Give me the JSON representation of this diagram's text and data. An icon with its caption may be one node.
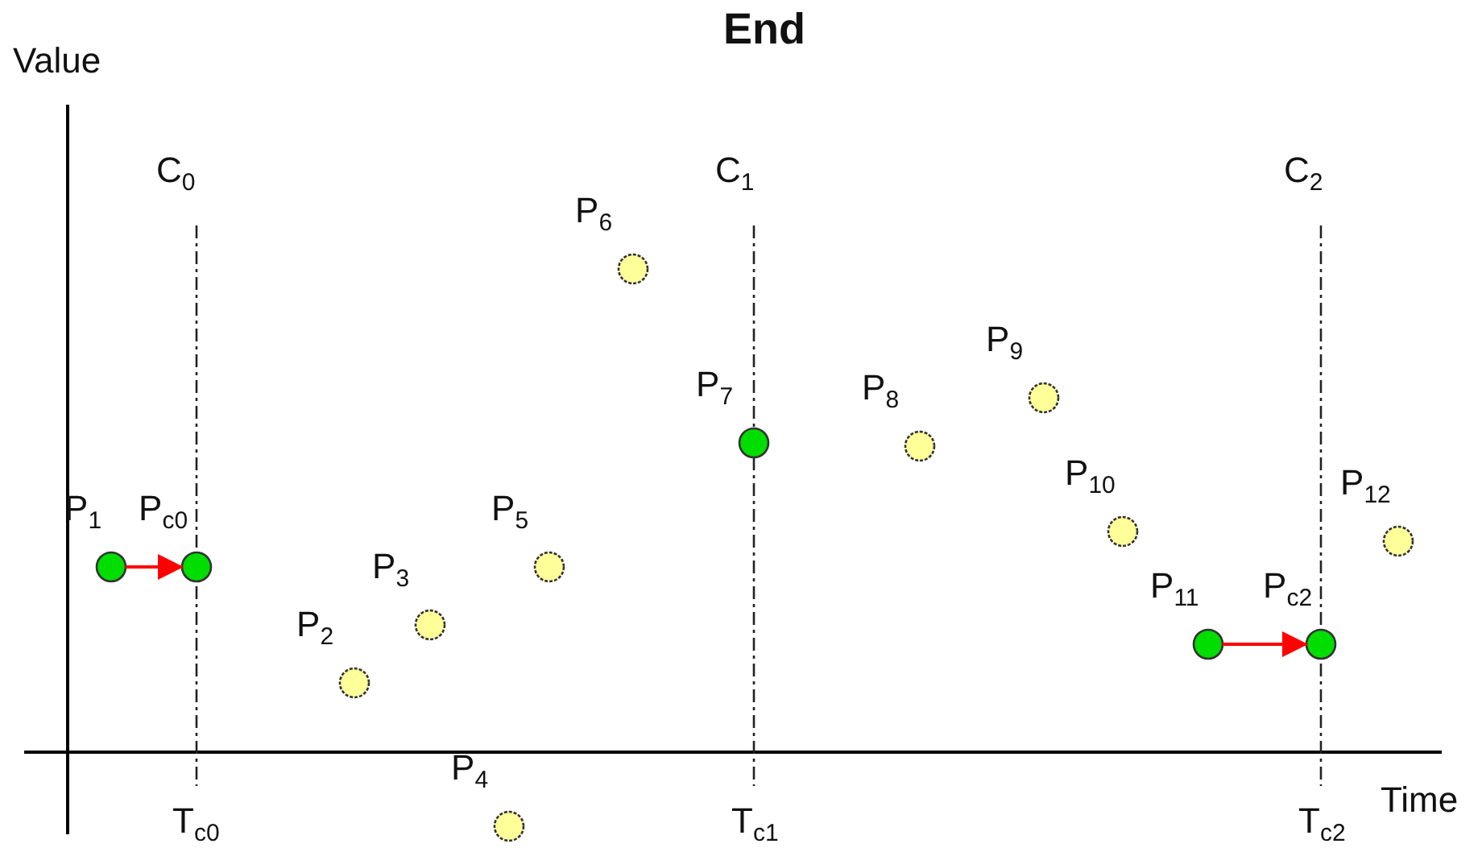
{
  "diagram": {
    "title": "End",
    "nodes": [
      {
        "text": [],
        "shape": "circle",
        "beside": [
          "P$_{1}$"
        ]
      },
      {
        "text": [],
        "shape": "circle",
        "beside": [
          "P$_{c0}$"
        ]
      },
      {
        "text": [],
        "shape": "circle",
        "beside": [
          "P$_{2}$"
        ]
      },
      {
        "text": [],
        "shape": "circle",
        "beside": [
          "P$_{3}$"
        ]
      },
      {
        "text": [],
        "shape": "circle",
        "beside": [
          "P$_{4}$"
        ]
      },
      {
        "text": [],
        "shape": "circle",
        "beside": [
          "P$_{5}$"
        ]
      },
      {
        "text": [],
        "shape": "circle",
        "beside": [
          "P$_{6}$"
        ]
      },
      {
        "text": [],
        "shape": "circle",
        "beside": [
          "P$_{7}$"
        ]
      },
      {
        "text": [],
        "shape": "circle",
        "beside": [
          "P$_{8}$"
        ]
      },
      {
        "text": [],
        "shape": "circle",
        "beside": [
          "P$_{9}$"
        ]
      },
      {
        "text": [],
        "shape": "circle",
        "beside": [
          "P$_{10}$"
        ]
      },
      {
        "text": [],
        "shape": "circle",
        "beside": [
          "P$_{11}$"
        ]
      },
      {
        "text": [],
        "shape": "circle",
        "beside": [
          "P$_{c2}$"
        ]
      },
      {
        "text": [],
        "shape": "circle",
        "beside": [
          "P$_{12}$"
        ]
      }
    ],
    "edges": [
      {
        "from": 0,
        "to": 1,
        "arrow": "to"
      },
      {
        "from": 11,
        "to": 12,
        "arrow": "to"
      }
    ],
    "labels": [
      "Value",
      "C$_{0}$",
      "C$_{1}$",
      "C$_{2}$",
      "T$_{c0}$",
      "T$_{c1}$",
      "T$_{c2}$",
      "Time"
    ]
  }
}
